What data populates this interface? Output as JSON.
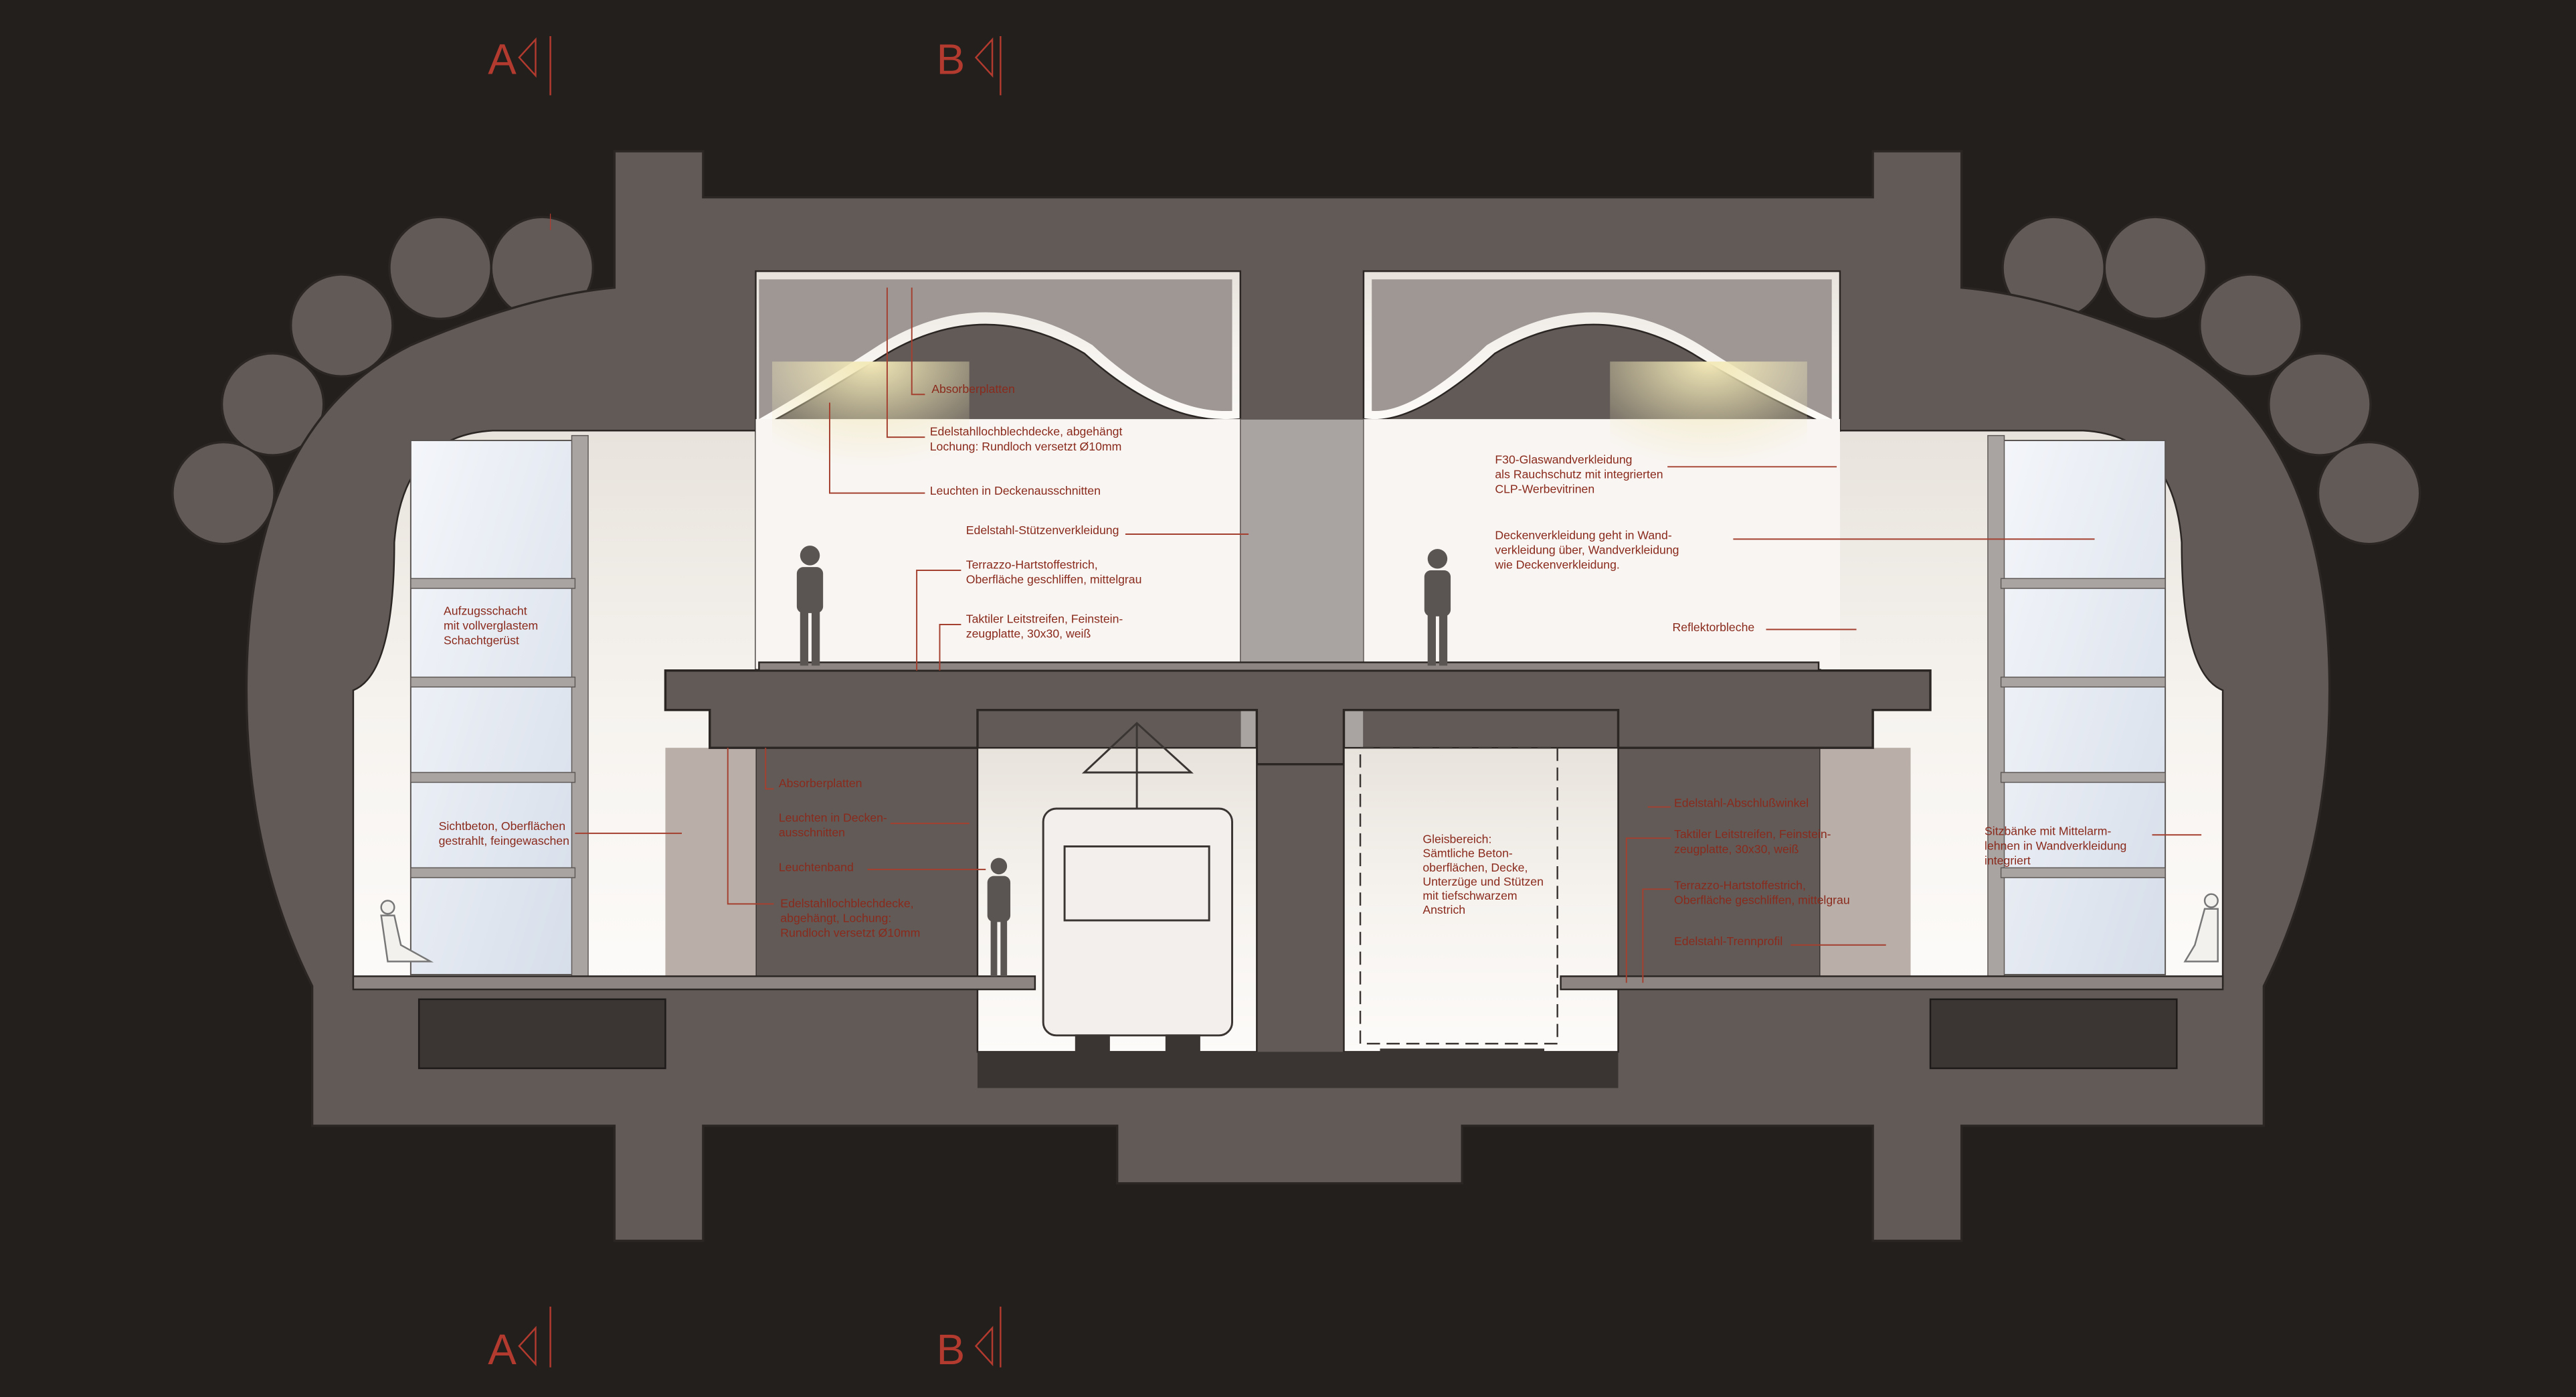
{
  "section_markers": {
    "top": [
      "A",
      "B"
    ],
    "bottom": [
      "A",
      "B"
    ]
  },
  "colors": {
    "background": "#221f1c",
    "concrete": "#615a57",
    "label": "#8a2a1c",
    "marker": "#b23a2e"
  },
  "labels": {
    "absorber_upper": "Absorberplatten",
    "ceiling_upper": [
      "Edelstahllochblechdecke, abgehängt",
      "Lochung: Rundloch versetzt Ø10mm"
    ],
    "lights_upper": "Leuchten in Deckenausschnitten",
    "column_cladding": "Edelstahl-Stützenverkleidung",
    "terrazzo_upper": [
      "Terrazzo-Hartstoffestrich,",
      "Oberfläche geschliffen, mittelgrau"
    ],
    "tactile_upper": [
      "Taktiler Leitstreifen, Feinstein-",
      "zeugplatte, 30x30, weiß"
    ],
    "glass_wall": [
      "F30-Glaswandverkleidung",
      "als Rauchschutz mit integrierten",
      "CLP-Werbevitrinen"
    ],
    "ceiling_cladding": [
      "Deckenverkleidung geht in Wand-",
      "verkleidung über, Wandverkleidung",
      "wie Deckenverkleidung."
    ],
    "reflectors": "Reflektorbleche",
    "elevator": [
      "Aufzugsschacht",
      "mit vollverglastem",
      "Schachtgerüst"
    ],
    "exposed_concrete": [
      "Sichtbeton, Oberflächen",
      "gestrahlt, feingewaschen"
    ],
    "absorber_lower": "Absorberplatten",
    "lights_lower": [
      "Leuchten in Decken-",
      "ausschnitten"
    ],
    "light_band": "Leuchtenband",
    "ceiling_lower": [
      "Edelstahllochblechdecke,",
      "abgehängt, Lochung:",
      "Rundloch versetzt Ø10mm"
    ],
    "track_area": [
      "Gleisbereich:",
      "Sämtliche Beton-",
      "oberflächen, Decke,",
      "Unterzüge und Stützen",
      "mit tiefschwarzem",
      "Anstrich"
    ],
    "edge_angle": "Edelstahl-Abschlußwinkel",
    "tactile_lower": [
      "Taktiler Leitstreifen, Feinstein-",
      "zeugplatte, 30x30, weiß"
    ],
    "terrazzo_lower": [
      "Terrazzo-Hartstoffestrich,",
      "Oberfläche geschliffen, mittelgrau"
    ],
    "separation_profile": "Edelstahl-Trennprofil",
    "benches": [
      "Sitzbänke mit Mittelarm-",
      "lehnen in Wandverkleidung",
      "integriert"
    ]
  }
}
